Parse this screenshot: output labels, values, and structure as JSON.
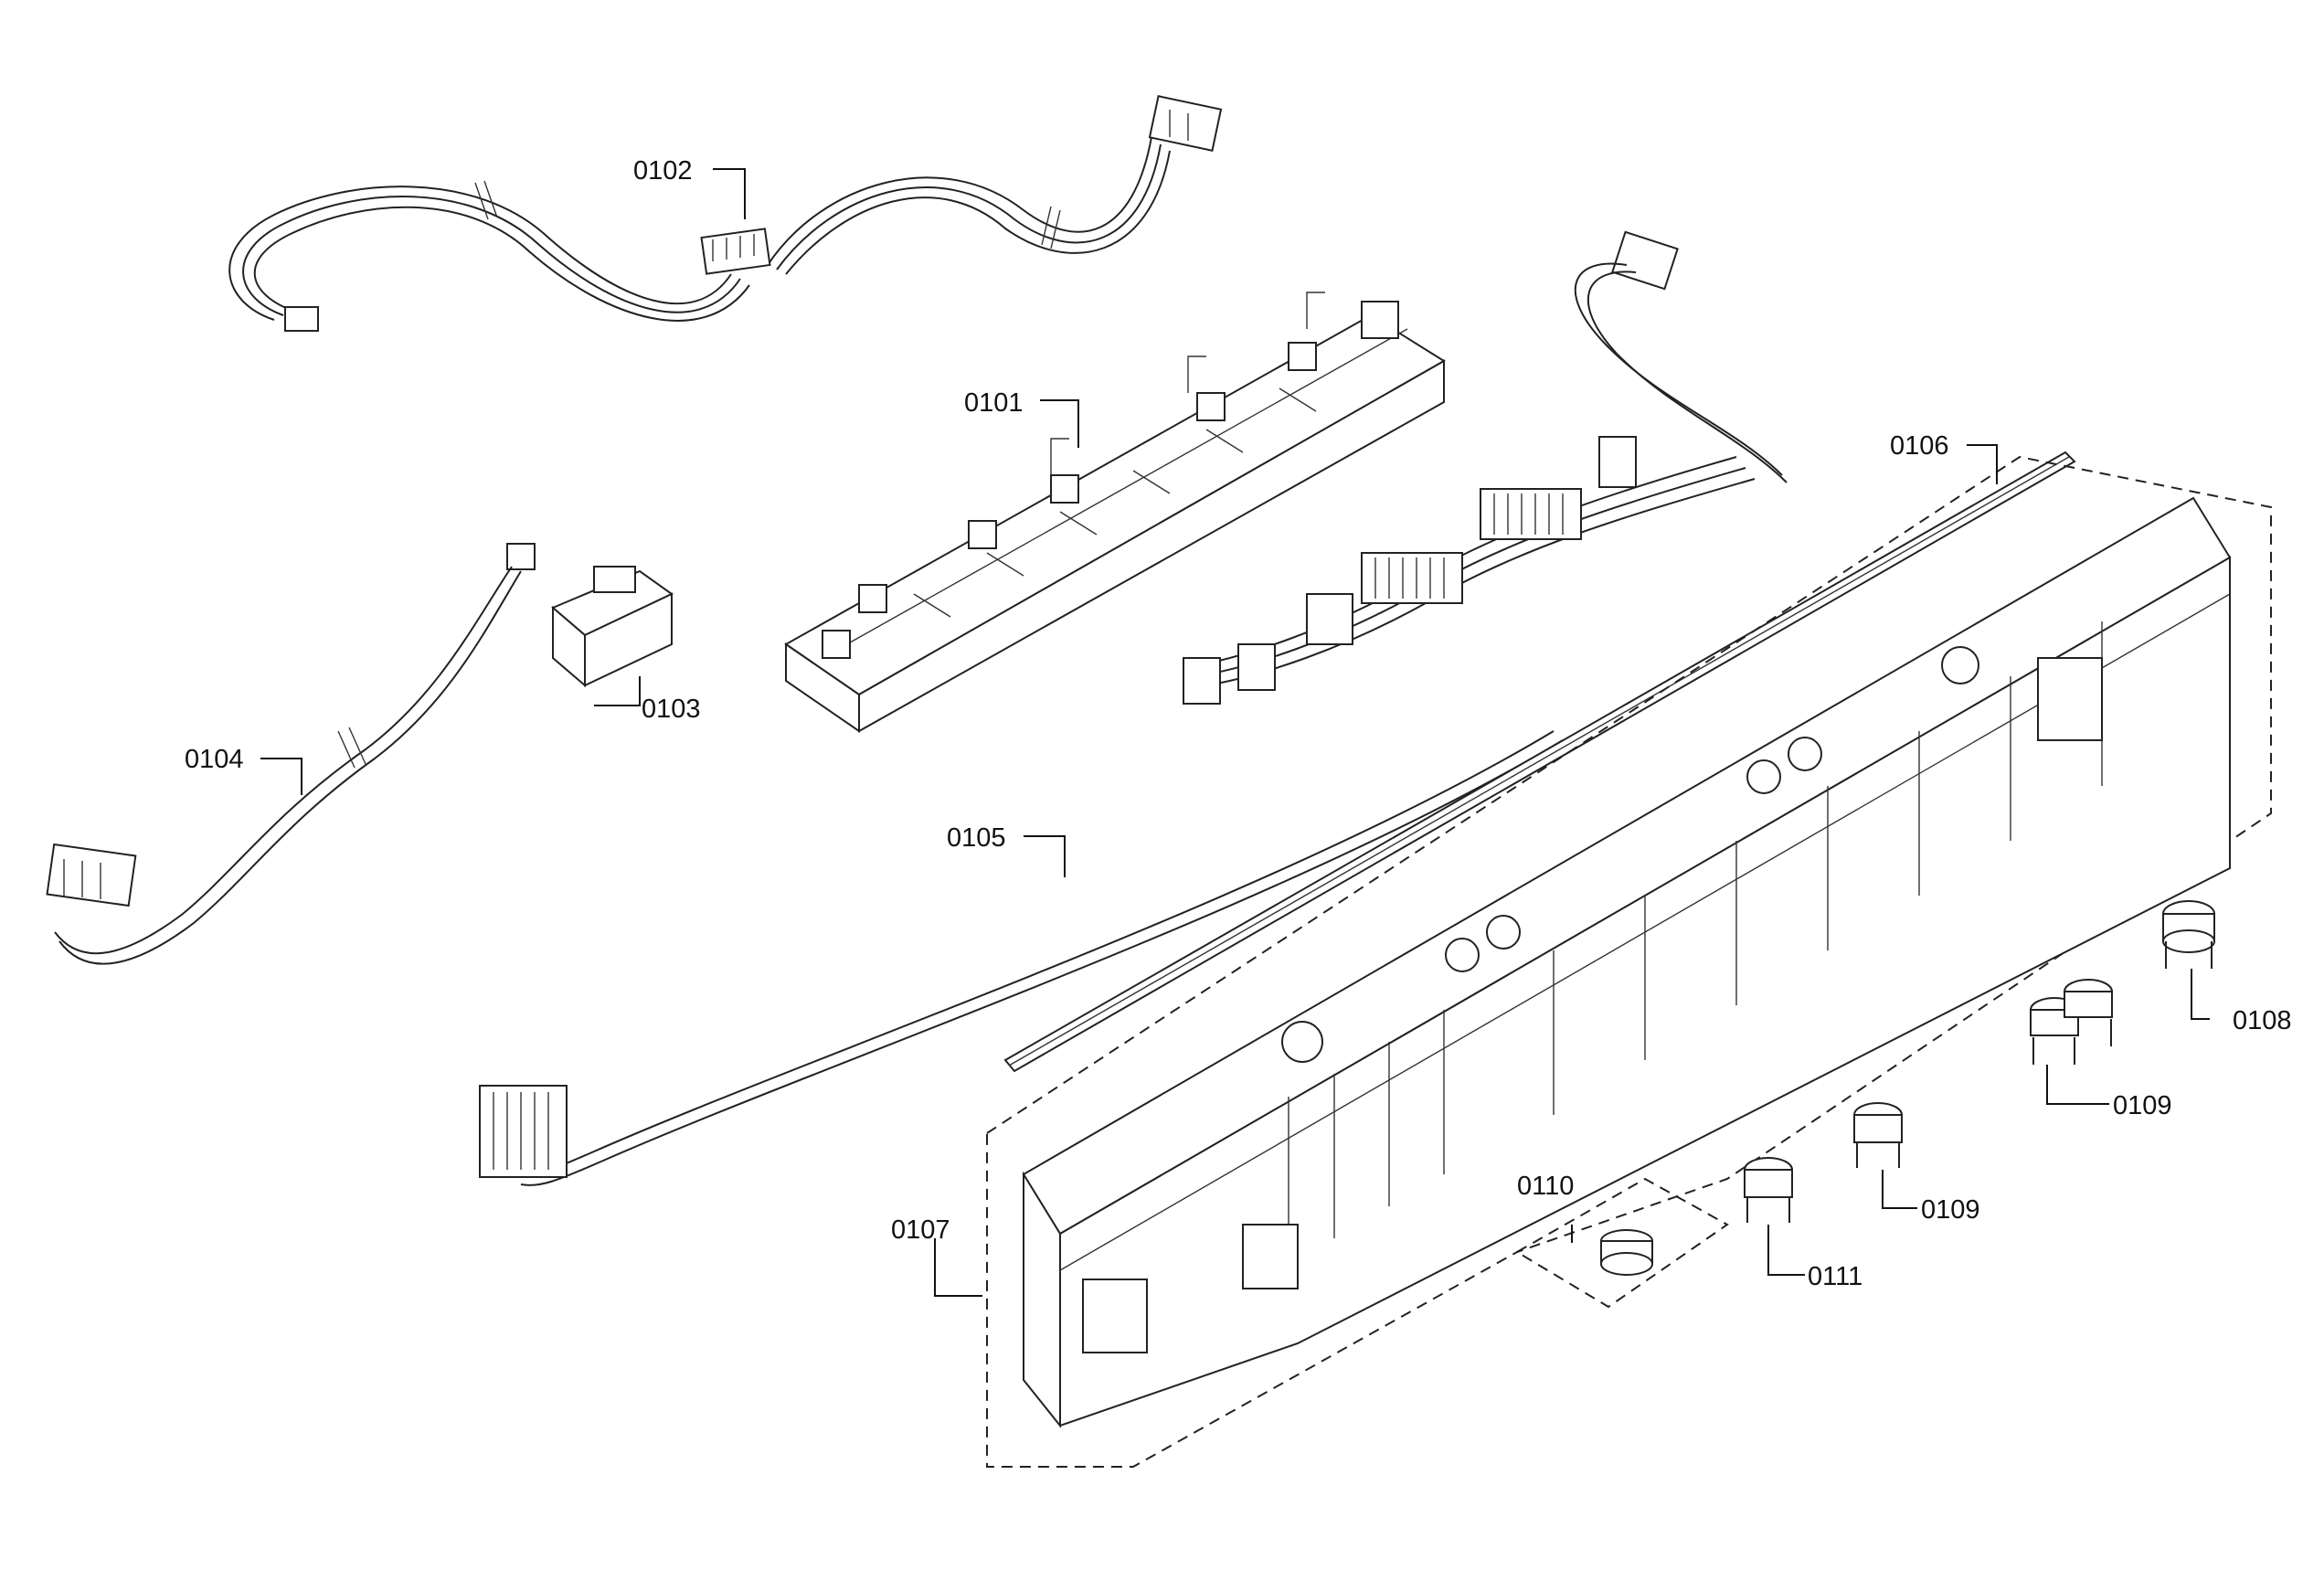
{
  "diagram": {
    "type": "exploded-parts-diagram",
    "part_labels": {
      "p0101": "0101",
      "p0102": "0102",
      "p0103": "0103",
      "p0104": "0104",
      "p0105": "0105",
      "p0106": "0106",
      "p0107": "0107",
      "p0108": "0108",
      "p0109a": "0109",
      "p0109b": "0109",
      "p0110": "0110",
      "p0111": "0111"
    },
    "colors": {
      "ink": "#222222",
      "background": "#ffffff"
    }
  }
}
